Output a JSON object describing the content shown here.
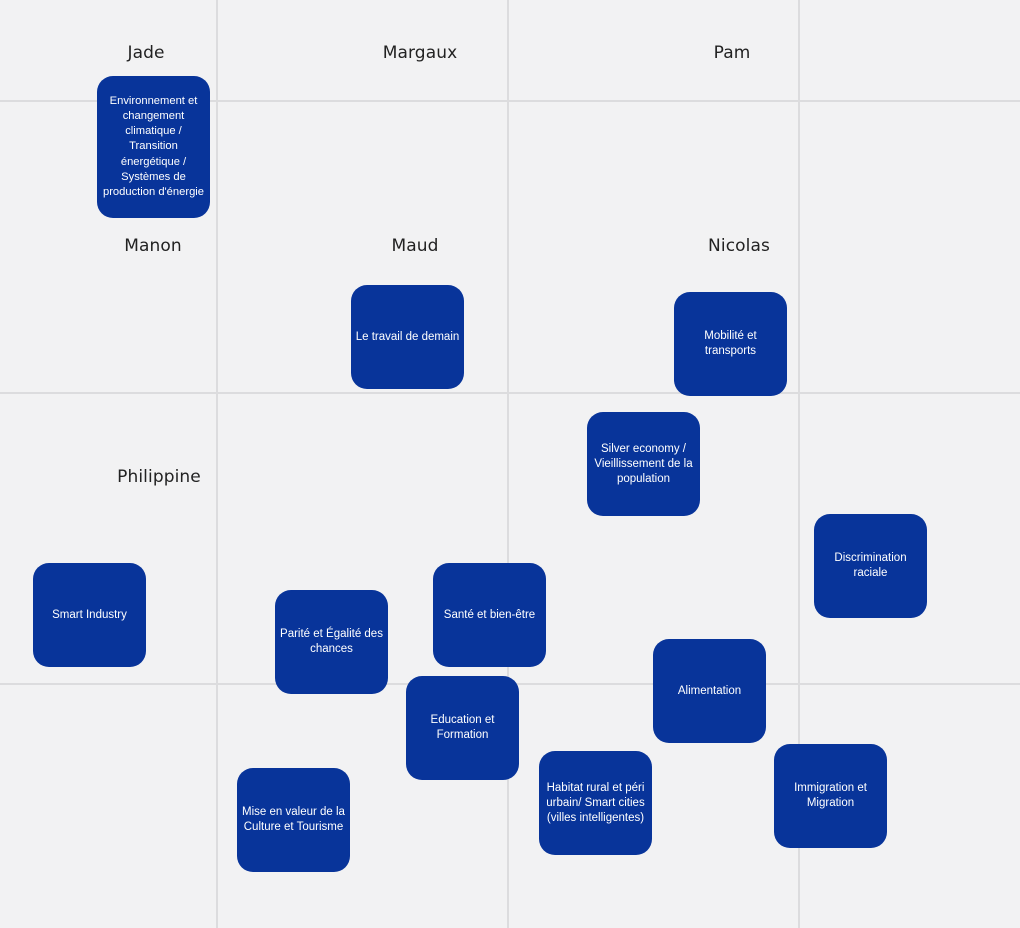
{
  "people": [
    {
      "id": "jade",
      "name": "Jade"
    },
    {
      "id": "margaux",
      "name": "Margaux"
    },
    {
      "id": "pam",
      "name": "Pam"
    },
    {
      "id": "manon",
      "name": "Manon"
    },
    {
      "id": "maud",
      "name": "Maud"
    },
    {
      "id": "nicolas",
      "name": "Nicolas"
    },
    {
      "id": "philippine",
      "name": "Philippine"
    }
  ],
  "stickies": [
    {
      "id": "environnement",
      "text": "Environnement et changement climatique / Transition énergétique / Systèmes de production d'énergie"
    },
    {
      "id": "travail",
      "text": "Le travail de demain"
    },
    {
      "id": "mobilite",
      "text": "Mobilité et transports"
    },
    {
      "id": "silver",
      "text": "Silver economy / Vieillissement de la population"
    },
    {
      "id": "discrimination",
      "text": "Discrimination raciale"
    },
    {
      "id": "smart-industry",
      "text": "Smart Industry"
    },
    {
      "id": "sante",
      "text": "Santé et bien-être"
    },
    {
      "id": "parite",
      "text": "Parité et Égalité des chances"
    },
    {
      "id": "alimentation",
      "text": "Alimentation"
    },
    {
      "id": "education",
      "text": "Education et Formation"
    },
    {
      "id": "immigration",
      "text": "Immigration et Migration"
    },
    {
      "id": "habitat",
      "text": "Habitat rural et péri urbain/ Smart cities (villes intelligentes)"
    },
    {
      "id": "culture",
      "text": "Mise en valeur de la Culture et Tourisme"
    }
  ]
}
